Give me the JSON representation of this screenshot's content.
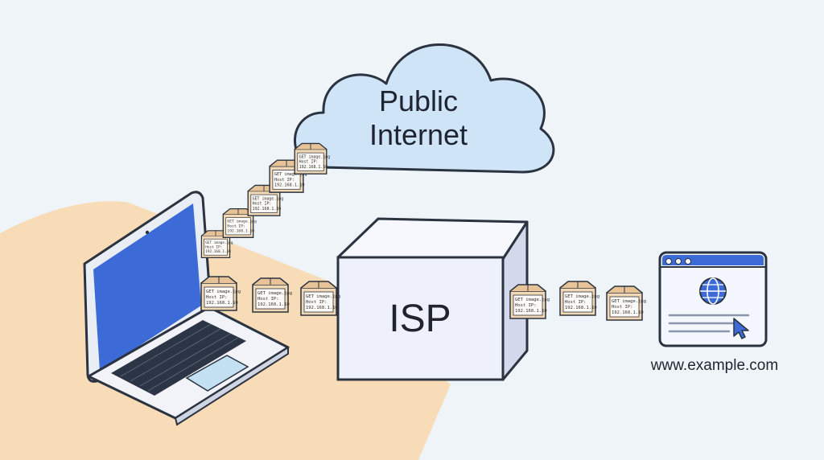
{
  "cloud": {
    "line1": "Public",
    "line2": "Internet"
  },
  "isp": {
    "label": "ISP"
  },
  "website": {
    "label": "www.example.com"
  },
  "packets": {
    "cloud_path": [
      {
        "l1": "GET image.jpg",
        "l2": "Host IP:",
        "l3": "192.168.1.10"
      },
      {
        "l1": "GET image.jpg",
        "l2": "Host IP:",
        "l3": "192.168.1.10"
      },
      {
        "l1": "GET image.jpg",
        "l2": "Host IP:",
        "l3": "192.168.1.10"
      },
      {
        "l1": "GET image.jpg",
        "l2": "Host IP:",
        "l3": "192.168.1.10"
      },
      {
        "l1": "GET image.jpg",
        "l2": "Host IP:",
        "l3": "192.168.1.10"
      }
    ],
    "isp_in": [
      {
        "l1": "GET image.jpg",
        "l2": "Host IP:",
        "l3": "192.168.1.10"
      },
      {
        "l1": "GET image.jpg",
        "l2": "Host IP:",
        "l3": "192.168.1.10"
      },
      {
        "l1": "GET image.jpg",
        "l2": "Host IP:",
        "l3": "192.168.1.10"
      }
    ],
    "isp_out": [
      {
        "l1": "GET image.jpg",
        "l2": "Host IP:",
        "l3": "192.168.1.10"
      },
      {
        "l1": "GET image.jpg",
        "l2": "Host IP:",
        "l3": "192.168.1.10"
      },
      {
        "l1": "GET image.jpg",
        "l2": "Host IP:",
        "l3": "192.168.1.10"
      }
    ]
  },
  "colors": {
    "background": "#eef4f8",
    "cloud_fill": "#cfe5f7",
    "screen": "#3c6ad6",
    "box": "#eef1fb",
    "packet": "#f2d7b4",
    "desk": "#f8dcb8"
  }
}
